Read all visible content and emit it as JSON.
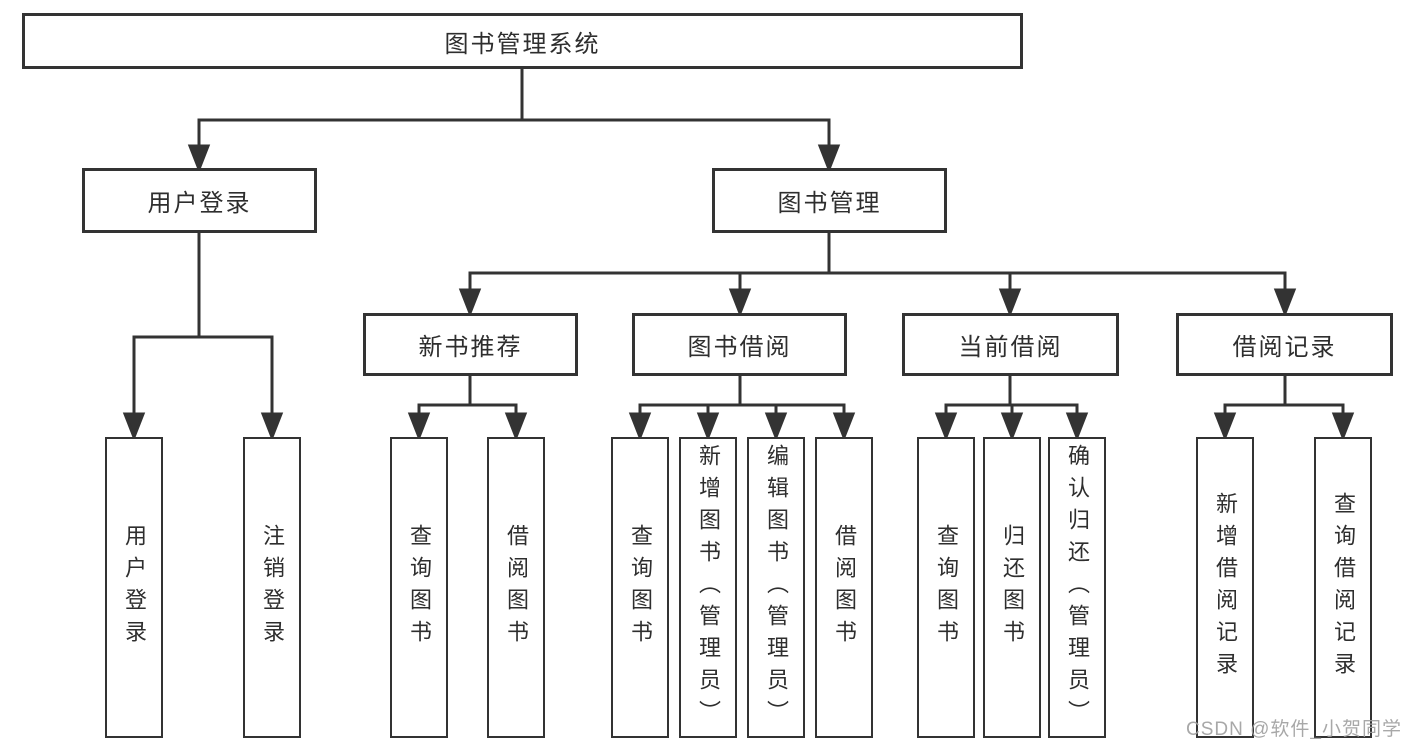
{
  "diagram": {
    "type": "hierarchy-tree",
    "title": "图书管理系统",
    "tree": {
      "label": "图书管理系统",
      "children": [
        {
          "label": "用户登录",
          "children": [
            {
              "label": "用户登录"
            },
            {
              "label": "注销登录"
            }
          ]
        },
        {
          "label": "图书管理",
          "children": [
            {
              "label": "新书推荐",
              "children": [
                {
                  "label": "查询图书"
                },
                {
                  "label": "借阅图书"
                }
              ]
            },
            {
              "label": "图书借阅",
              "children": [
                {
                  "label": "查询图书"
                },
                {
                  "label": "新增图书（管理员）"
                },
                {
                  "label": "编辑图书（管理员）"
                },
                {
                  "label": "借阅图书"
                }
              ]
            },
            {
              "label": "当前借阅",
              "children": [
                {
                  "label": "查询图书"
                },
                {
                  "label": "归还图书"
                },
                {
                  "label": "确认归还（管理员）"
                }
              ]
            },
            {
              "label": "借阅记录",
              "children": [
                {
                  "label": "新增借阅记录"
                },
                {
                  "label": "查询借阅记录"
                }
              ]
            }
          ]
        }
      ]
    },
    "colors": {
      "line": "#333333",
      "box_border": "#333333",
      "text": "#2e2e2e",
      "background": "#ffffff",
      "watermark": "#9e9e9e"
    }
  },
  "watermark": {
    "text": "CSDN @软件_小贺同学"
  }
}
